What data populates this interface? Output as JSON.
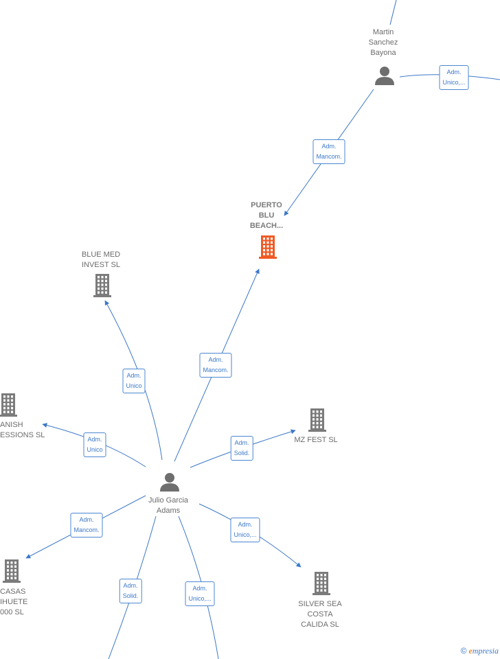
{
  "colors": {
    "edge": "#3b78c8",
    "building": "#7b7b7b",
    "building_focus": "#f05a24",
    "person": "#6e6e6e"
  },
  "nodes": [
    {
      "id": "martin",
      "type": "person",
      "lines": [
        "Martin",
        "Sanchez",
        "Bayona"
      ],
      "bold": false
    },
    {
      "id": "puerto",
      "type": "building_focus",
      "lines": [
        "PUERTO",
        "BLU",
        "BEACH..."
      ],
      "bold": true
    },
    {
      "id": "bluemed",
      "type": "building",
      "lines": [
        "BLUE MED",
        "INVEST SL"
      ],
      "bold": false
    },
    {
      "id": "spanish",
      "type": "building",
      "lines": [
        "ANISH",
        "ESSIONS SL"
      ],
      "bold": false
    },
    {
      "id": "mzfest",
      "type": "building",
      "lines": [
        "MZ FEST  SL"
      ],
      "bold": false
    },
    {
      "id": "julio",
      "type": "person",
      "lines": [
        "Julio Garcia",
        "Adams"
      ],
      "bold": false
    },
    {
      "id": "casas",
      "type": "building",
      "lines": [
        "CASAS",
        "IHUETE",
        "000  SL"
      ],
      "bold": false
    },
    {
      "id": "silver",
      "type": "building",
      "lines": [
        "SILVER SEA",
        "COSTA",
        "CALIDA  SL"
      ],
      "bold": false
    }
  ],
  "edges": [
    {
      "id": "e-martin-top",
      "lines": []
    },
    {
      "id": "e-martin-right",
      "lines": [
        "Adm.",
        "Unico,..."
      ]
    },
    {
      "id": "e-martin-puerto",
      "lines": [
        "Adm.",
        "Mancom."
      ]
    },
    {
      "id": "e-julio-puerto",
      "lines": [
        "Adm.",
        "Mancom."
      ]
    },
    {
      "id": "e-julio-bluemed",
      "lines": [
        "Adm.",
        "Unico"
      ]
    },
    {
      "id": "e-julio-spanish",
      "lines": [
        "Adm.",
        "Unico"
      ]
    },
    {
      "id": "e-julio-mzfest",
      "lines": [
        "Adm.",
        "Solid."
      ]
    },
    {
      "id": "e-julio-casas",
      "lines": [
        "Adm.",
        "Mancom."
      ]
    },
    {
      "id": "e-julio-silver",
      "lines": [
        "Adm.",
        "Unico,..."
      ]
    },
    {
      "id": "e-julio-bottom1",
      "lines": [
        "Adm.",
        "Solid."
      ]
    },
    {
      "id": "e-julio-bottom2",
      "lines": [
        "Adm.",
        "Unico,..."
      ]
    }
  ],
  "brand": {
    "copyright": "©",
    "initial": "e",
    "rest": "mpresia"
  }
}
